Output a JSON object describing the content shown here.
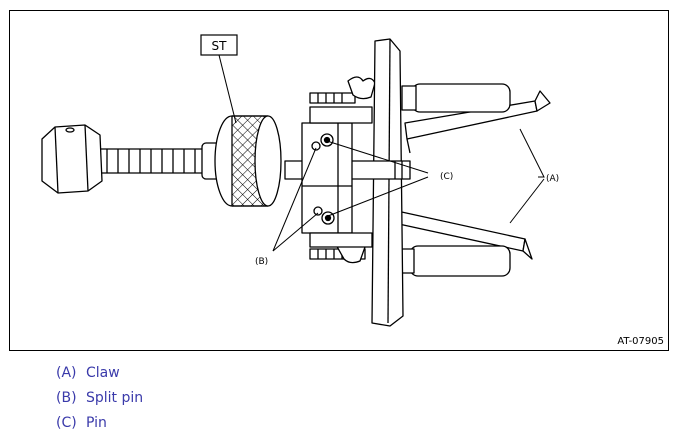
{
  "figure": {
    "tool_label": "ST",
    "figure_id": "AT-07905",
    "callouts": {
      "claw": "(A)",
      "split_pin": "(B)",
      "pin": "(C)"
    }
  },
  "legend": [
    {
      "code": "(A)",
      "label": "Claw"
    },
    {
      "code": "(B)",
      "label": "Split pin"
    },
    {
      "code": "(C)",
      "label": "Pin"
    }
  ],
  "colors": {
    "line": "#000000",
    "legend_text": "#3a3aaa",
    "background": "#ffffff"
  }
}
